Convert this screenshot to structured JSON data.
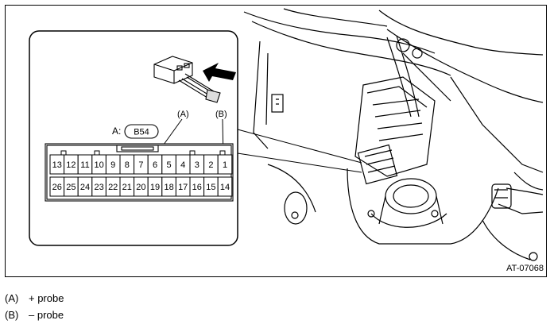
{
  "figure_id": "AT-07068",
  "connector": {
    "prefix": "A:",
    "name": "B54",
    "probe_a_label": "(A)",
    "probe_b_label": "(B)",
    "top_row": [
      "13",
      "12",
      "11",
      "10",
      "9",
      "8",
      "7",
      "6",
      "5",
      "4",
      "3",
      "2",
      "1"
    ],
    "bottom_row": [
      "26",
      "25",
      "24",
      "23",
      "22",
      "21",
      "20",
      "19",
      "18",
      "17",
      "16",
      "15",
      "14"
    ]
  },
  "legend": [
    {
      "key": "(A)",
      "text": "+ probe"
    },
    {
      "key": "(B)",
      "text": "– probe"
    }
  ],
  "icons": [
    "arrow-icon",
    "connector-plug-icon"
  ]
}
